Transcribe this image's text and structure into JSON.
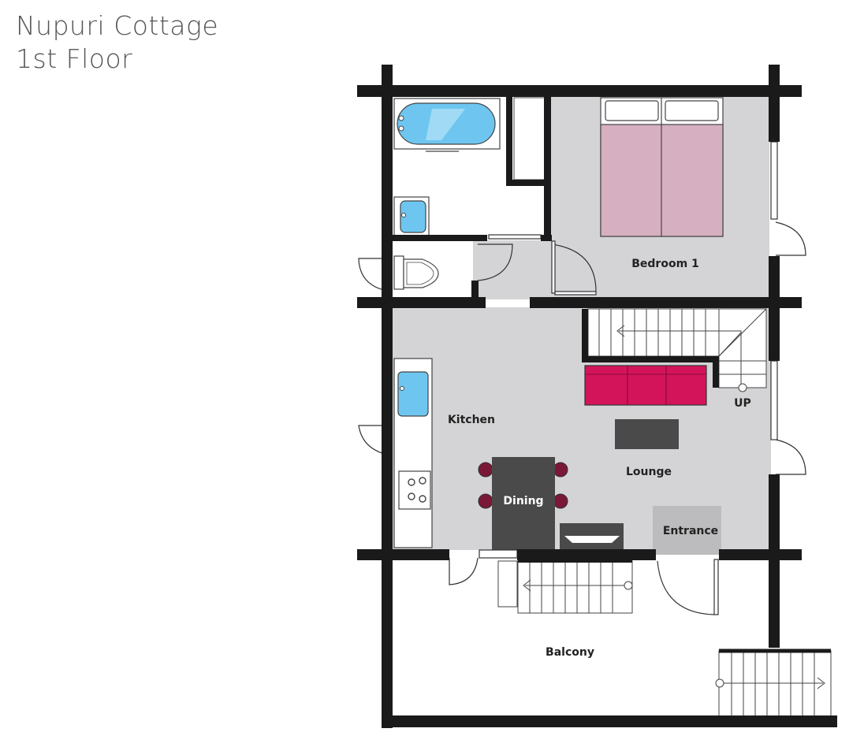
{
  "title": {
    "line1": "Nupuri Cottage",
    "line2": "1st Floor"
  },
  "rooms": {
    "bedroom": "Bedroom 1",
    "kitchen": "Kitchen",
    "lounge": "Lounge",
    "dining": "Dining",
    "entrance": "Entrance",
    "balcony": "Balcony",
    "up": "UP"
  },
  "colors": {
    "wall": "#1a1a1a",
    "floor": "#d4d4d6",
    "entrance": "#bcbcbe",
    "sofa": "#d4145a",
    "bed": "#d6b0c0",
    "fixture": "#6ec6f0",
    "table": "#4a4a4a",
    "chair": "#7a1838"
  }
}
